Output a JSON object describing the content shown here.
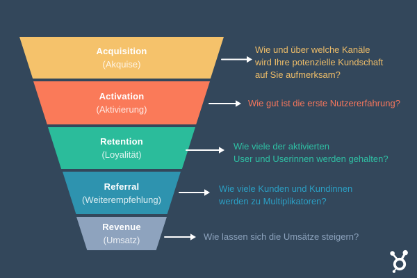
{
  "background_color": "#33475B",
  "arrow_color": "#FFFFFF",
  "stages": [
    {
      "label": "Acquisition",
      "sublabel": "(Akquise)",
      "color": "#F5C26B",
      "question_color": "#EEBD69",
      "question_lines": [
        "Wie und über welche Kanäle",
        "wird Ihre potenzielle Kundschaft",
        "auf Sie aufmerksam?"
      ]
    },
    {
      "label": "Activation",
      "sublabel": "(Aktivierung)",
      "color": "#FA7A59",
      "question_color": "#F4765C",
      "question_lines": [
        "Wie gut ist die erste Nutzererfahrung?"
      ]
    },
    {
      "label": "Retention",
      "sublabel": "(Loyalität)",
      "color": "#2BBC9B",
      "question_color": "#2FC0A4",
      "question_lines": [
        "Wie viele der aktivierten",
        "User und Userinnen werden gehalten?"
      ]
    },
    {
      "label": "Referral",
      "sublabel": "(Weiterempfehlung)",
      "color": "#2E93AF",
      "question_color": "#2B9FC4",
      "question_lines": [
        "Wie viele Kunden und Kundinnen",
        "werden zu Multiplikatoren?"
      ]
    },
    {
      "label": "Revenue",
      "sublabel": "(Umsatz)",
      "color": "#8EA3BE",
      "question_color": "#8CA2BC",
      "question_lines": [
        "Wie lassen sich die Umsätze steigern?"
      ]
    }
  ],
  "logo": {
    "name": "HubSpot",
    "color": "#FFFFFF"
  },
  "chart_data": {
    "type": "funnel",
    "title": "",
    "stages": [
      "Acquisition (Akquise)",
      "Activation (Aktivierung)",
      "Retention (Loyalität)",
      "Referral (Weiterempfehlung)",
      "Revenue (Umsatz)"
    ],
    "annotations": [
      "Wie und über welche Kanäle wird Ihre potenzielle Kundschaft auf Sie aufmerksam?",
      "Wie gut ist die erste Nutzererfahrung?",
      "Wie viele der aktivierten User und Userinnen werden gehalten?",
      "Wie viele Kunden und Kundinnen werden zu Multiplikatoren?",
      "Wie lassen sich die Umsätze steigern?"
    ]
  }
}
